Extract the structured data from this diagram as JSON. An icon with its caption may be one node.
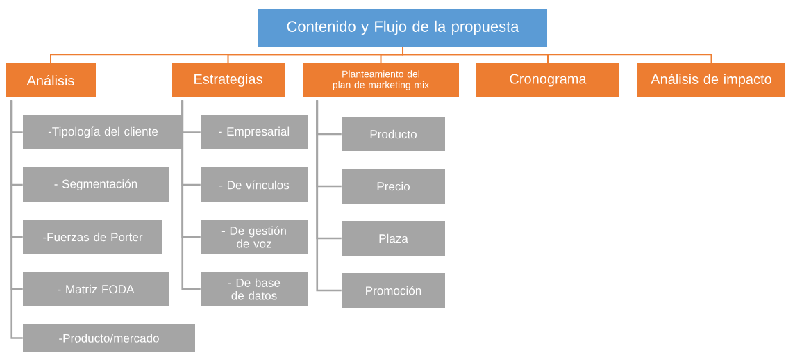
{
  "diagram": {
    "nodes": [
      {
        "text": [
          "Contenido y Flujo de la propuesta"
        ]
      },
      {
        "text": [
          "Análisis"
        ]
      },
      {
        "text": [
          "Estrategias"
        ]
      },
      {
        "text": [
          "Planteamiento del plan de marketing mix"
        ]
      },
      {
        "text": [
          "Cronograma"
        ]
      },
      {
        "text": [
          "Análisis de impacto"
        ]
      },
      {
        "text": [
          "-Tipología del cliente"
        ]
      },
      {
        "text": [
          "- Segmentación"
        ]
      },
      {
        "text": [
          "-Fuerzas de Porter"
        ]
      },
      {
        "text": [
          "- Matriz  FODA"
        ]
      },
      {
        "text": [
          "-Producto/mercado"
        ]
      },
      {
        "text": [
          "- Empresarial"
        ]
      },
      {
        "text": [
          "- De vínculos"
        ]
      },
      {
        "text": [
          "- De gestión de voz"
        ]
      },
      {
        "text": [
          "- De base de datos"
        ]
      },
      {
        "text": [
          "Producto"
        ]
      },
      {
        "text": [
          "Precio"
        ]
      },
      {
        "text": [
          "Plaza"
        ]
      },
      {
        "text": [
          "Promoción"
        ]
      }
    ],
    "edges": [
      {
        "from": 0,
        "to": 1,
        "arrow": "none",
        "color": "#ed7d31"
      },
      {
        "from": 0,
        "to": 2,
        "arrow": "none",
        "color": "#ed7d31"
      },
      {
        "from": 0,
        "to": 3,
        "arrow": "none",
        "color": "#ed7d31"
      },
      {
        "from": 0,
        "to": 4,
        "arrow": "none",
        "color": "#ed7d31"
      },
      {
        "from": 0,
        "to": 5,
        "arrow": "none",
        "color": "#ed7d31"
      },
      {
        "from": 1,
        "to": 6,
        "arrow": "none"
      },
      {
        "from": 1,
        "to": 7,
        "arrow": "none"
      },
      {
        "from": 1,
        "to": 8,
        "arrow": "none"
      },
      {
        "from": 1,
        "to": 9,
        "arrow": "none"
      },
      {
        "from": 1,
        "to": 10,
        "arrow": "none"
      },
      {
        "from": 2,
        "to": 11,
        "arrow": "none"
      },
      {
        "from": 2,
        "to": 12,
        "arrow": "none"
      },
      {
        "from": 2,
        "to": 13,
        "arrow": "none"
      },
      {
        "from": 2,
        "to": 14,
        "arrow": "none"
      },
      {
        "from": 3,
        "to": 15,
        "arrow": "none"
      },
      {
        "from": 3,
        "to": 16,
        "arrow": "none"
      },
      {
        "from": 3,
        "to": 17,
        "arrow": "none"
      },
      {
        "from": 3,
        "to": 18,
        "arrow": "none"
      }
    ]
  }
}
